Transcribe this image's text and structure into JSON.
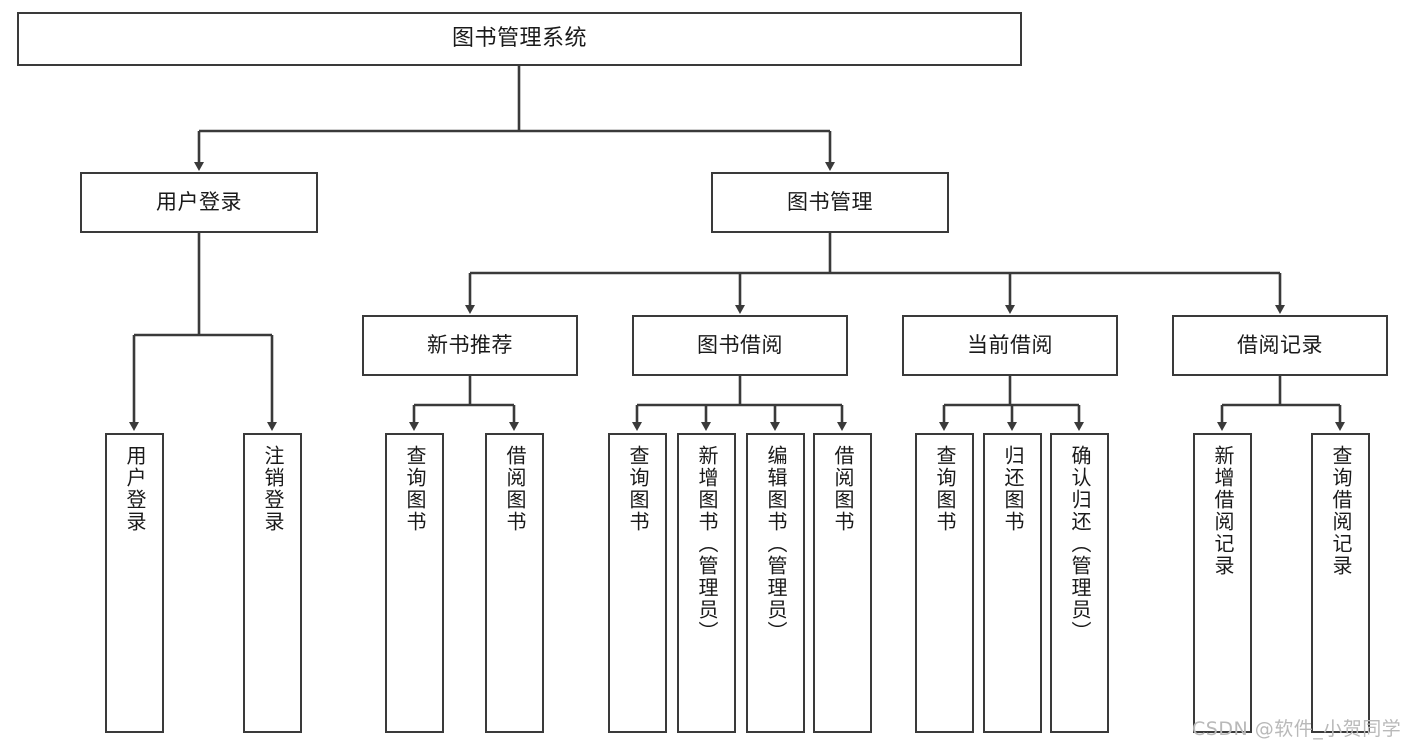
{
  "diagram": {
    "title": "图书管理系统",
    "type": "tree",
    "watermark": "CSDN @软件_小贺同学",
    "colors": {
      "box_border": "#3a3a3a",
      "box_fill": "#ffffff",
      "connector": "#3a3a3a",
      "text": "#1a1a1a",
      "watermark": "#b9b9b9",
      "background": "#ffffff"
    },
    "nodes": {
      "root": {
        "label": "图书管理系统"
      },
      "level2": [
        {
          "id": "user-login",
          "label": "用户登录"
        },
        {
          "id": "book-manage",
          "label": "图书管理"
        }
      ],
      "level3": [
        {
          "id": "new-book-recommend",
          "label": "新书推荐"
        },
        {
          "id": "book-borrow",
          "label": "图书借阅"
        },
        {
          "id": "current-borrow",
          "label": "当前借阅"
        },
        {
          "id": "borrow-record",
          "label": "借阅记录"
        }
      ],
      "leaves": [
        {
          "id": "leaf-user-login",
          "label": "用户登录",
          "parent": "user-login"
        },
        {
          "id": "leaf-logout",
          "label": "注销登录",
          "parent": "user-login"
        },
        {
          "id": "leaf-query-book-1",
          "label": "查询图书",
          "parent": "new-book-recommend"
        },
        {
          "id": "leaf-borrow-book-1",
          "label": "借阅图书",
          "parent": "new-book-recommend"
        },
        {
          "id": "leaf-query-book-2",
          "label": "查询图书",
          "parent": "book-borrow"
        },
        {
          "id": "leaf-add-book",
          "label": "新增图书（管理员）",
          "parent": "book-borrow"
        },
        {
          "id": "leaf-edit-book",
          "label": "编辑图书（管理员）",
          "parent": "book-borrow"
        },
        {
          "id": "leaf-borrow-book-2",
          "label": "借阅图书",
          "parent": "book-borrow"
        },
        {
          "id": "leaf-query-book-3",
          "label": "查询图书",
          "parent": "current-borrow"
        },
        {
          "id": "leaf-return-book",
          "label": "归还图书",
          "parent": "current-borrow"
        },
        {
          "id": "leaf-confirm-return",
          "label": "确认归还（管理员）",
          "parent": "current-borrow"
        },
        {
          "id": "leaf-add-record",
          "label": "新增借阅记录",
          "parent": "borrow-record"
        },
        {
          "id": "leaf-query-record",
          "label": "查询借阅记录",
          "parent": "borrow-record"
        }
      ]
    }
  }
}
